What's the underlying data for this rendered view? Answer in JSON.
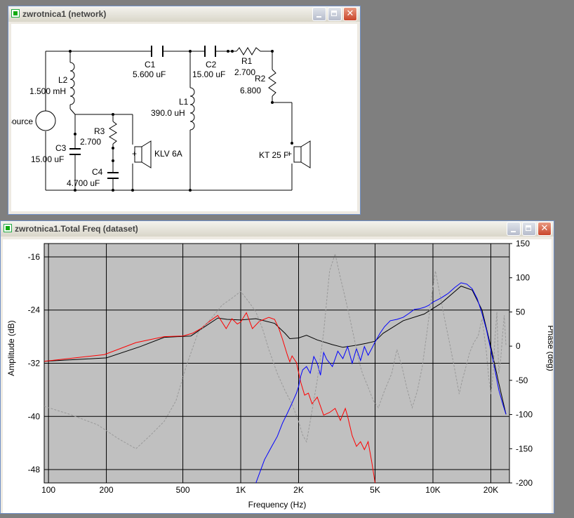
{
  "network_window": {
    "title": "zwrotnica1 (network)",
    "components": {
      "source": "Source",
      "l2_name": "L2",
      "l2_value": "1.500 mH",
      "c1_name": "C1",
      "c1_value": "5.600 uF",
      "c2_name": "C2",
      "c2_value": "15.00 uF",
      "r1_name": "R1",
      "r1_value": "2.700",
      "r2_name": "R2",
      "r2_value": "6.800",
      "l1_name": "L1",
      "l1_value": "390.0 uH",
      "r3_name": "R3",
      "r3_value": "2.700",
      "c3_name": "C3",
      "c3_value": "15.00 uF",
      "c4_name": "C4",
      "c4_value": "4.700 uF",
      "woofer": "KLV 6A",
      "tweeter": "KT 25 F",
      "plus": "+"
    }
  },
  "freq_window": {
    "title": "zwrotnica1.Total Freq (dataset)"
  },
  "chart_data": {
    "type": "line",
    "xlabel": "Frequency (Hz)",
    "ylabel": "Amplitude (dB)",
    "y2label": "Phase (deg)",
    "x_scale": "log",
    "xlim": [
      95,
      25000
    ],
    "ylim": [
      -50,
      -14
    ],
    "y2lim": [
      -200,
      150
    ],
    "grid": true,
    "xticks": [
      {
        "v": 100,
        "label": "100"
      },
      {
        "v": 200,
        "label": "200"
      },
      {
        "v": 500,
        "label": "500"
      },
      {
        "v": 1000,
        "label": "1K"
      },
      {
        "v": 2000,
        "label": "2K"
      },
      {
        "v": 5000,
        "label": "5K"
      },
      {
        "v": 10000,
        "label": "10K"
      },
      {
        "v": 20000,
        "label": "20K"
      }
    ],
    "yticks": [
      {
        "v": -16,
        "label": "-16"
      },
      {
        "v": -24,
        "label": "-24"
      },
      {
        "v": -32,
        "label": "-32"
      },
      {
        "v": -40,
        "label": "-40"
      },
      {
        "v": -48,
        "label": "-48"
      }
    ],
    "y2ticks": [
      {
        "v": 150,
        "label": "150"
      },
      {
        "v": 100,
        "label": "100"
      },
      {
        "v": 50,
        "label": "50"
      },
      {
        "v": 0,
        "label": "0"
      },
      {
        "v": -50,
        "label": "-50"
      },
      {
        "v": -100,
        "label": "-100"
      },
      {
        "v": -150,
        "label": "-150"
      },
      {
        "v": -200,
        "label": "-200"
      }
    ],
    "series": [
      {
        "color": "#000000",
        "axis": "left",
        "dash": false,
        "x": [
          95,
          200,
          300,
          400,
          550,
          650,
          760,
          850,
          1000,
          1200,
          1500,
          1700,
          1800,
          2000,
          2200,
          2500,
          3000,
          3400,
          4000,
          4500,
          5000,
          5500,
          7000,
          9000,
          11000,
          13000,
          14000,
          16000,
          18000,
          20000,
          22000,
          24000
        ],
        "y": [
          -31.7,
          -31.2,
          -29.5,
          -28.1,
          -27.9,
          -26.5,
          -25.2,
          -25.4,
          -25.5,
          -25.3,
          -26,
          -27.5,
          -28.3,
          -28.2,
          -27.8,
          -28.5,
          -29.2,
          -29.6,
          -29.3,
          -29,
          -28.7,
          -27.5,
          -25.6,
          -24.6,
          -23,
          -21.2,
          -20.4,
          -21,
          -24,
          -29.5,
          -35,
          -39.7
        ]
      },
      {
        "color": "#ff0000",
        "axis": "left",
        "dash": false,
        "x": [
          95,
          195,
          285,
          400,
          500,
          560,
          620,
          680,
          760,
          840,
          900,
          960,
          1000,
          1070,
          1150,
          1250,
          1400,
          1500,
          1580,
          1650,
          1750,
          1800,
          1850,
          1950,
          2050,
          2150,
          2250,
          2350,
          2500,
          2700,
          2900,
          3100,
          3300,
          3500,
          3600,
          3800,
          4000,
          4200,
          4400,
          4600,
          4800,
          5000
        ],
        "y": [
          -31.7,
          -30.7,
          -28.9,
          -28,
          -27.9,
          -27.5,
          -26.8,
          -25.8,
          -24.8,
          -26.8,
          -25.3,
          -26.1,
          -25.8,
          -24.4,
          -26.8,
          -25.7,
          -25.1,
          -25.4,
          -26.8,
          -28.4,
          -30.8,
          -31.8,
          -30.9,
          -31.9,
          -34.8,
          -36.8,
          -36.5,
          -38.1,
          -37.1,
          -39.8,
          -39.4,
          -38.8,
          -40.6,
          -38.8,
          -40,
          -42.9,
          -44.5,
          -43.8,
          -45,
          -43.8,
          -46.8,
          -50
        ]
      },
      {
        "color": "#0000ff",
        "axis": "left",
        "dash": false,
        "x": [
          1200,
          1330,
          1450,
          1550,
          1650,
          1750,
          1850,
          1950,
          2000,
          2050,
          2100,
          2200,
          2300,
          2400,
          2500,
          2600,
          2700,
          2800,
          3000,
          3200,
          3400,
          3600,
          3800,
          4000,
          4200,
          4400,
          4600,
          4800,
          5000,
          5300,
          5600,
          6000,
          6500,
          7000,
          7500,
          8000,
          8500,
          9000,
          9500,
          10000,
          11000,
          12000,
          13000,
          14000,
          15000,
          16000,
          17000,
          18000,
          19000,
          20000,
          21000,
          22000,
          23000,
          24000
        ],
        "y": [
          -50,
          -46.5,
          -44.5,
          -43,
          -41,
          -39.5,
          -38,
          -36.5,
          -35.5,
          -34,
          -33,
          -32.5,
          -33.5,
          -31,
          -32,
          -33.8,
          -30.4,
          -31.4,
          -32.5,
          -30.2,
          -31.3,
          -29.5,
          -32,
          -29.8,
          -31.6,
          -29.5,
          -30.8,
          -29.8,
          -28.8,
          -27.5,
          -26.5,
          -25.6,
          -25.4,
          -25.1,
          -24.5,
          -23.9,
          -23.8,
          -23.6,
          -23.3,
          -22.8,
          -22.2,
          -21.5,
          -20.6,
          -19.9,
          -20.1,
          -20.8,
          -22.3,
          -24.5,
          -27,
          -30,
          -33,
          -36,
          -38,
          -39.7
        ]
      },
      {
        "color": "#999999",
        "axis": "right",
        "dash": true,
        "x": [
          95,
          130,
          180,
          230,
          285,
          340,
          400,
          460,
          520,
          600,
          700,
          800,
          900,
          1000,
          1100,
          1200,
          1300,
          1400,
          1550,
          1700,
          1850,
          2000,
          2100,
          2200,
          2300,
          2500,
          2700,
          2900,
          3100,
          3300,
          3500,
          3700,
          3900,
          4100,
          4300,
          4600,
          4900,
          5200,
          5600,
          6100,
          6500,
          6900,
          7300,
          7800,
          8300,
          8800,
          9300,
          9800,
          10300,
          10800,
          11500,
          12200,
          13000,
          13700,
          14200,
          14700,
          15500,
          16300,
          17200,
          18000,
          18500,
          19000,
          19500,
          20000,
          20500,
          21000,
          21500,
          22000,
          22500,
          23000,
          23500,
          24000
        ],
        "y": [
          -88,
          -100,
          -115,
          -135,
          -150,
          -130,
          -110,
          -80,
          -30,
          20,
          40,
          60,
          70,
          80,
          65,
          50,
          25,
          -5,
          -40,
          -65,
          -85,
          -110,
          -130,
          -140,
          -110,
          -50,
          20,
          110,
          135,
          100,
          70,
          40,
          10,
          -20,
          -40,
          -60,
          -80,
          -90,
          -65,
          -40,
          -5,
          -30,
          -60,
          -90,
          -65,
          -30,
          20,
          70,
          110,
          80,
          40,
          5,
          -35,
          -70,
          -50,
          -35,
          -10,
          5,
          15,
          40,
          15,
          -10,
          -45,
          -70,
          -45,
          10,
          50,
          -40,
          -20,
          15,
          45,
          0
        ]
      }
    ]
  }
}
